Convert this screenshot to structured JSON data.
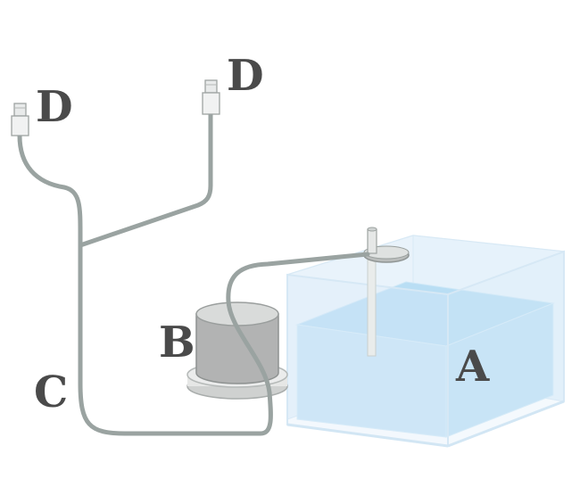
{
  "labels": {
    "a": "A",
    "b": "B",
    "c": "C",
    "d_left": "D",
    "d_right": "D"
  },
  "colors": {
    "label": "#4a4a4a",
    "tubing": "#9aa3a1",
    "water": "#c6e4f6",
    "tank_glass": "#e4f1fb",
    "canister": "#b4b4b4"
  }
}
